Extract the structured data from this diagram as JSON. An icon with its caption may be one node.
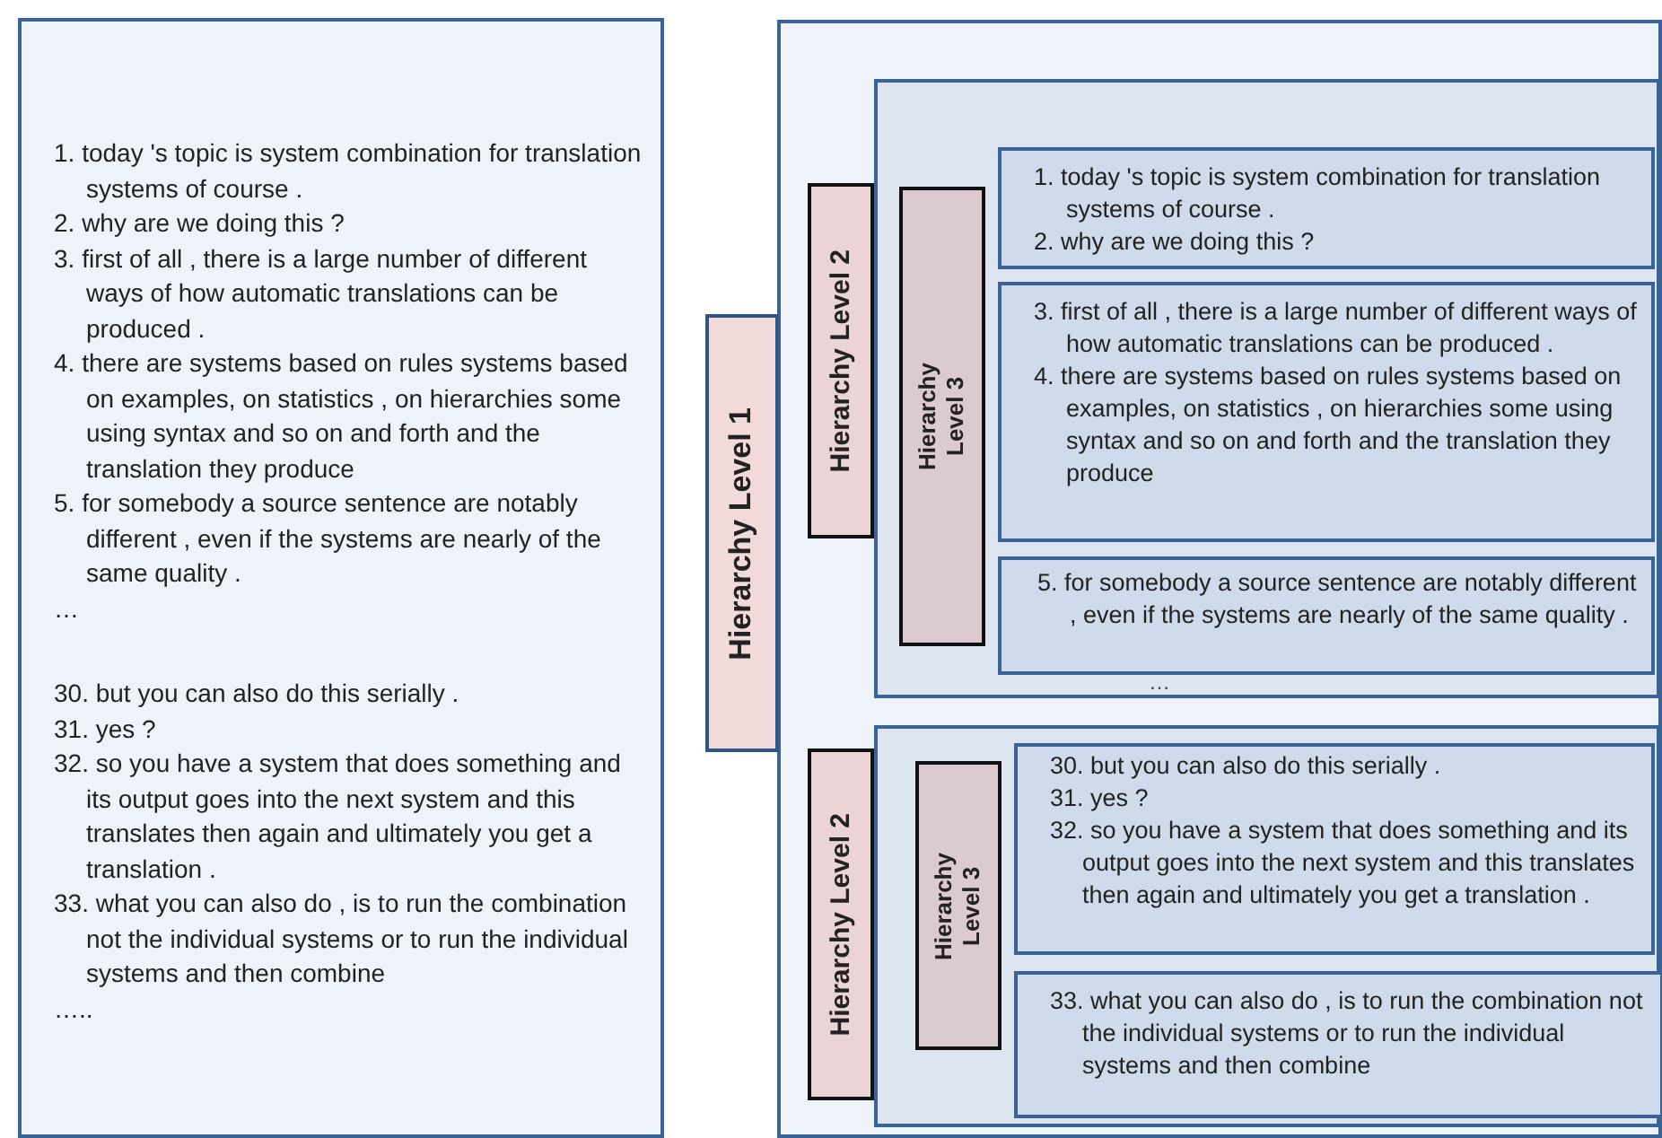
{
  "diagram": {
    "nodes": [
      {
        "text": [
          "1. today 's topic is system combination for translation systems of course .",
          "2. why are we doing this ?",
          "3. first of all , there is a large number of different ways of how automatic translations can be produced .",
          "4. there are systems based on rules systems based on examples, on statistics , on hierarchies some using syntax and so on and forth and the translation they produce",
          "5. for somebody a source sentence are notably different , even if the systems are nearly of the same quality .",
          "…",
          "30. but you can also do this serially .",
          "31. yes ?",
          "32. so you have a system that does something and its output goes into the next system and this translates then again and ultimately you get a translation .",
          "33. what you can also do , is to run the combination not the individual systems or to run the individual systems and then combine",
          "….."
        ]
      },
      {
        "text": [],
        "shape": "box"
      },
      {
        "text": [
          "Hierarchy Level 1"
        ]
      },
      {
        "text": [],
        "shape": "box",
        "in": 1
      },
      {
        "text": [
          "Hierarchy Level 2"
        ],
        "in": 1
      },
      {
        "text": [
          "Hierarchy Level 3"
        ],
        "in": 3
      },
      {
        "text": [
          "1. today 's topic is system combination for translation systems of course .",
          "2. why are we doing this ?"
        ],
        "in": 3
      },
      {
        "text": [
          "3. first of all , there is a large number of different ways of how automatic translations can be produced .",
          "4. there are systems based on rules systems based on examples, on statistics , on hierarchies some using syntax and so on and forth and the translation they produce"
        ],
        "in": 3
      },
      {
        "text": [
          "5. for somebody a source sentence are notably different , even if the systems are nearly of the same quality ."
        ],
        "in": 3
      },
      {
        "text": [],
        "shape": "box",
        "in": 1
      },
      {
        "text": [
          "Hierarchy Level 2"
        ],
        "in": 1
      },
      {
        "text": [
          "Hierarchy Level 3"
        ],
        "in": 9
      },
      {
        "text": [
          "30. but you can also do this serially .",
          "31. yes ?",
          "32. so you have a system that does something and its output goes into the next system and this translates then again and ultimately you get a translation ."
        ],
        "in": 9
      },
      {
        "text": [
          "33. what you can also do , is to run the combination not the individual systems or to run the individual systems and then combine"
        ],
        "in": 9
      }
    ],
    "labels": [
      "…"
    ]
  }
}
